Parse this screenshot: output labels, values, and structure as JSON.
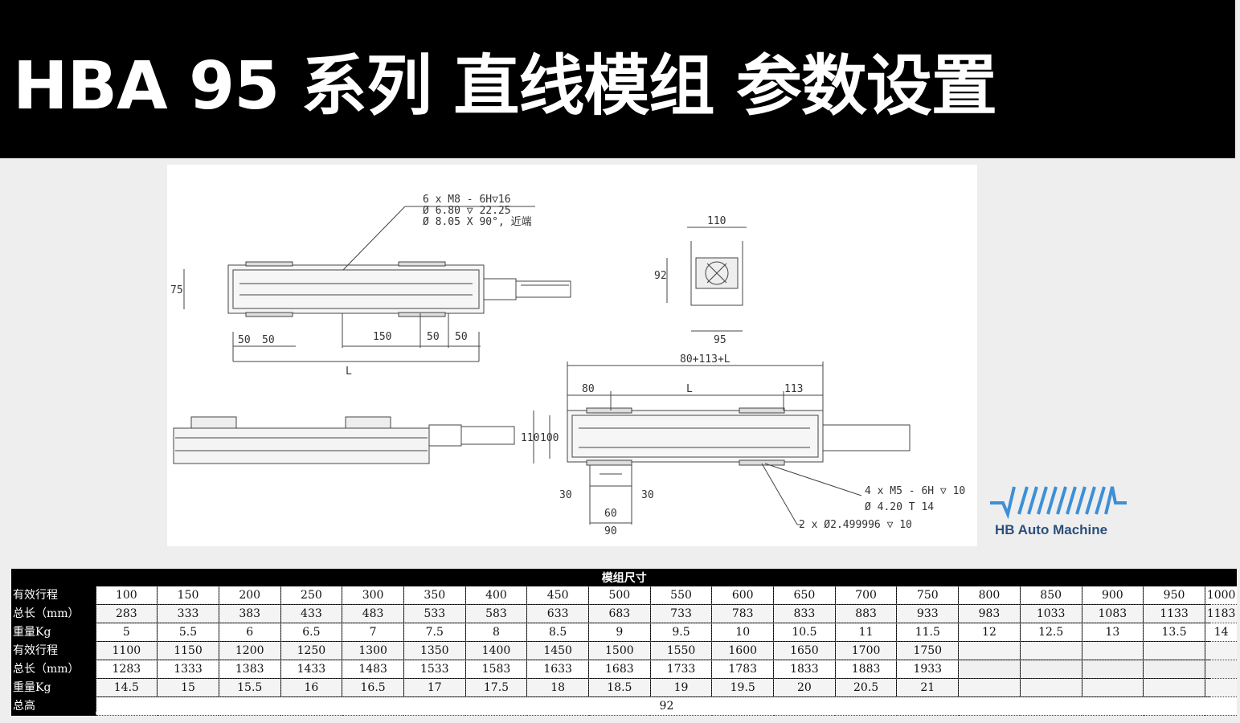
{
  "header": {
    "title": "HBA 95 系列 直线模组 参数设置"
  },
  "drawing": {
    "callouts": {
      "tap_top": [
        "6 x  M8 - 6H▽16",
        "Ø  6.80 ▽ 22.25",
        "Ø  8.05 X 90°, 近端"
      ],
      "tap_bottom": [
        "4  x   M5 - 6H ▽ 10",
        "Ø  4.20  T 14"
      ],
      "pin": "2  x  Ø2.499996 ▽ 10"
    },
    "dims": {
      "d110": "110",
      "d92": "92",
      "d95": "95",
      "d75": "75",
      "d50a": "50",
      "d50b": "50",
      "d150": "150",
      "d50c": "50",
      "d50d": "50",
      "dL": "L",
      "dTotal": "80+113+L",
      "d80": "80",
      "dL2": "L",
      "d113": "113",
      "d110b": "110",
      "d100": "100",
      "d30a": "30",
      "d30b": "30",
      "d60": "60",
      "d90": "90"
    }
  },
  "brand": {
    "name": "HB Auto Machine",
    "color": "#2c4f7c",
    "accent": "#3d8fd6"
  },
  "table": {
    "caption": "模组尺寸",
    "rows": [
      {
        "label": "有效行程",
        "values": [
          "100",
          "150",
          "200",
          "250",
          "300",
          "350",
          "400",
          "450",
          "500",
          "550",
          "600",
          "650",
          "700",
          "750",
          "800",
          "850",
          "900",
          "950",
          "1000"
        ]
      },
      {
        "label": "总长（mm）",
        "values": [
          "283",
          "333",
          "383",
          "433",
          "483",
          "533",
          "583",
          "633",
          "683",
          "733",
          "783",
          "833",
          "883",
          "933",
          "983",
          "1033",
          "1083",
          "1133",
          "1183"
        ]
      },
      {
        "label": "重量Kg",
        "values": [
          "5",
          "5.5",
          "6",
          "6.5",
          "7",
          "7.5",
          "8",
          "8.5",
          "9",
          "9.5",
          "10",
          "10.5",
          "11",
          "11.5",
          "12",
          "12.5",
          "13",
          "13.5",
          "14"
        ]
      },
      {
        "label": "有效行程",
        "values": [
          "1100",
          "1150",
          "1200",
          "1250",
          "1300",
          "1350",
          "1400",
          "1450",
          "1500",
          "1550",
          "1600",
          "1650",
          "1700",
          "1750",
          "",
          "",
          "",
          "",
          ""
        ]
      },
      {
        "label": "总长（mm）",
        "values": [
          "1283",
          "1333",
          "1383",
          "1433",
          "1483",
          "1533",
          "1583",
          "1633",
          "1683",
          "1733",
          "1783",
          "1833",
          "1883",
          "1933",
          "",
          "",
          "",
          "",
          ""
        ]
      },
      {
        "label": "重量Kg",
        "values": [
          "14.5",
          "15",
          "15.5",
          "16",
          "16.5",
          "17",
          "17.5",
          "18",
          "18.5",
          "19",
          "19.5",
          "20",
          "20.5",
          "21",
          "",
          "",
          "",
          "",
          ""
        ]
      }
    ],
    "height_row": {
      "label": "总高",
      "value": "92"
    }
  }
}
